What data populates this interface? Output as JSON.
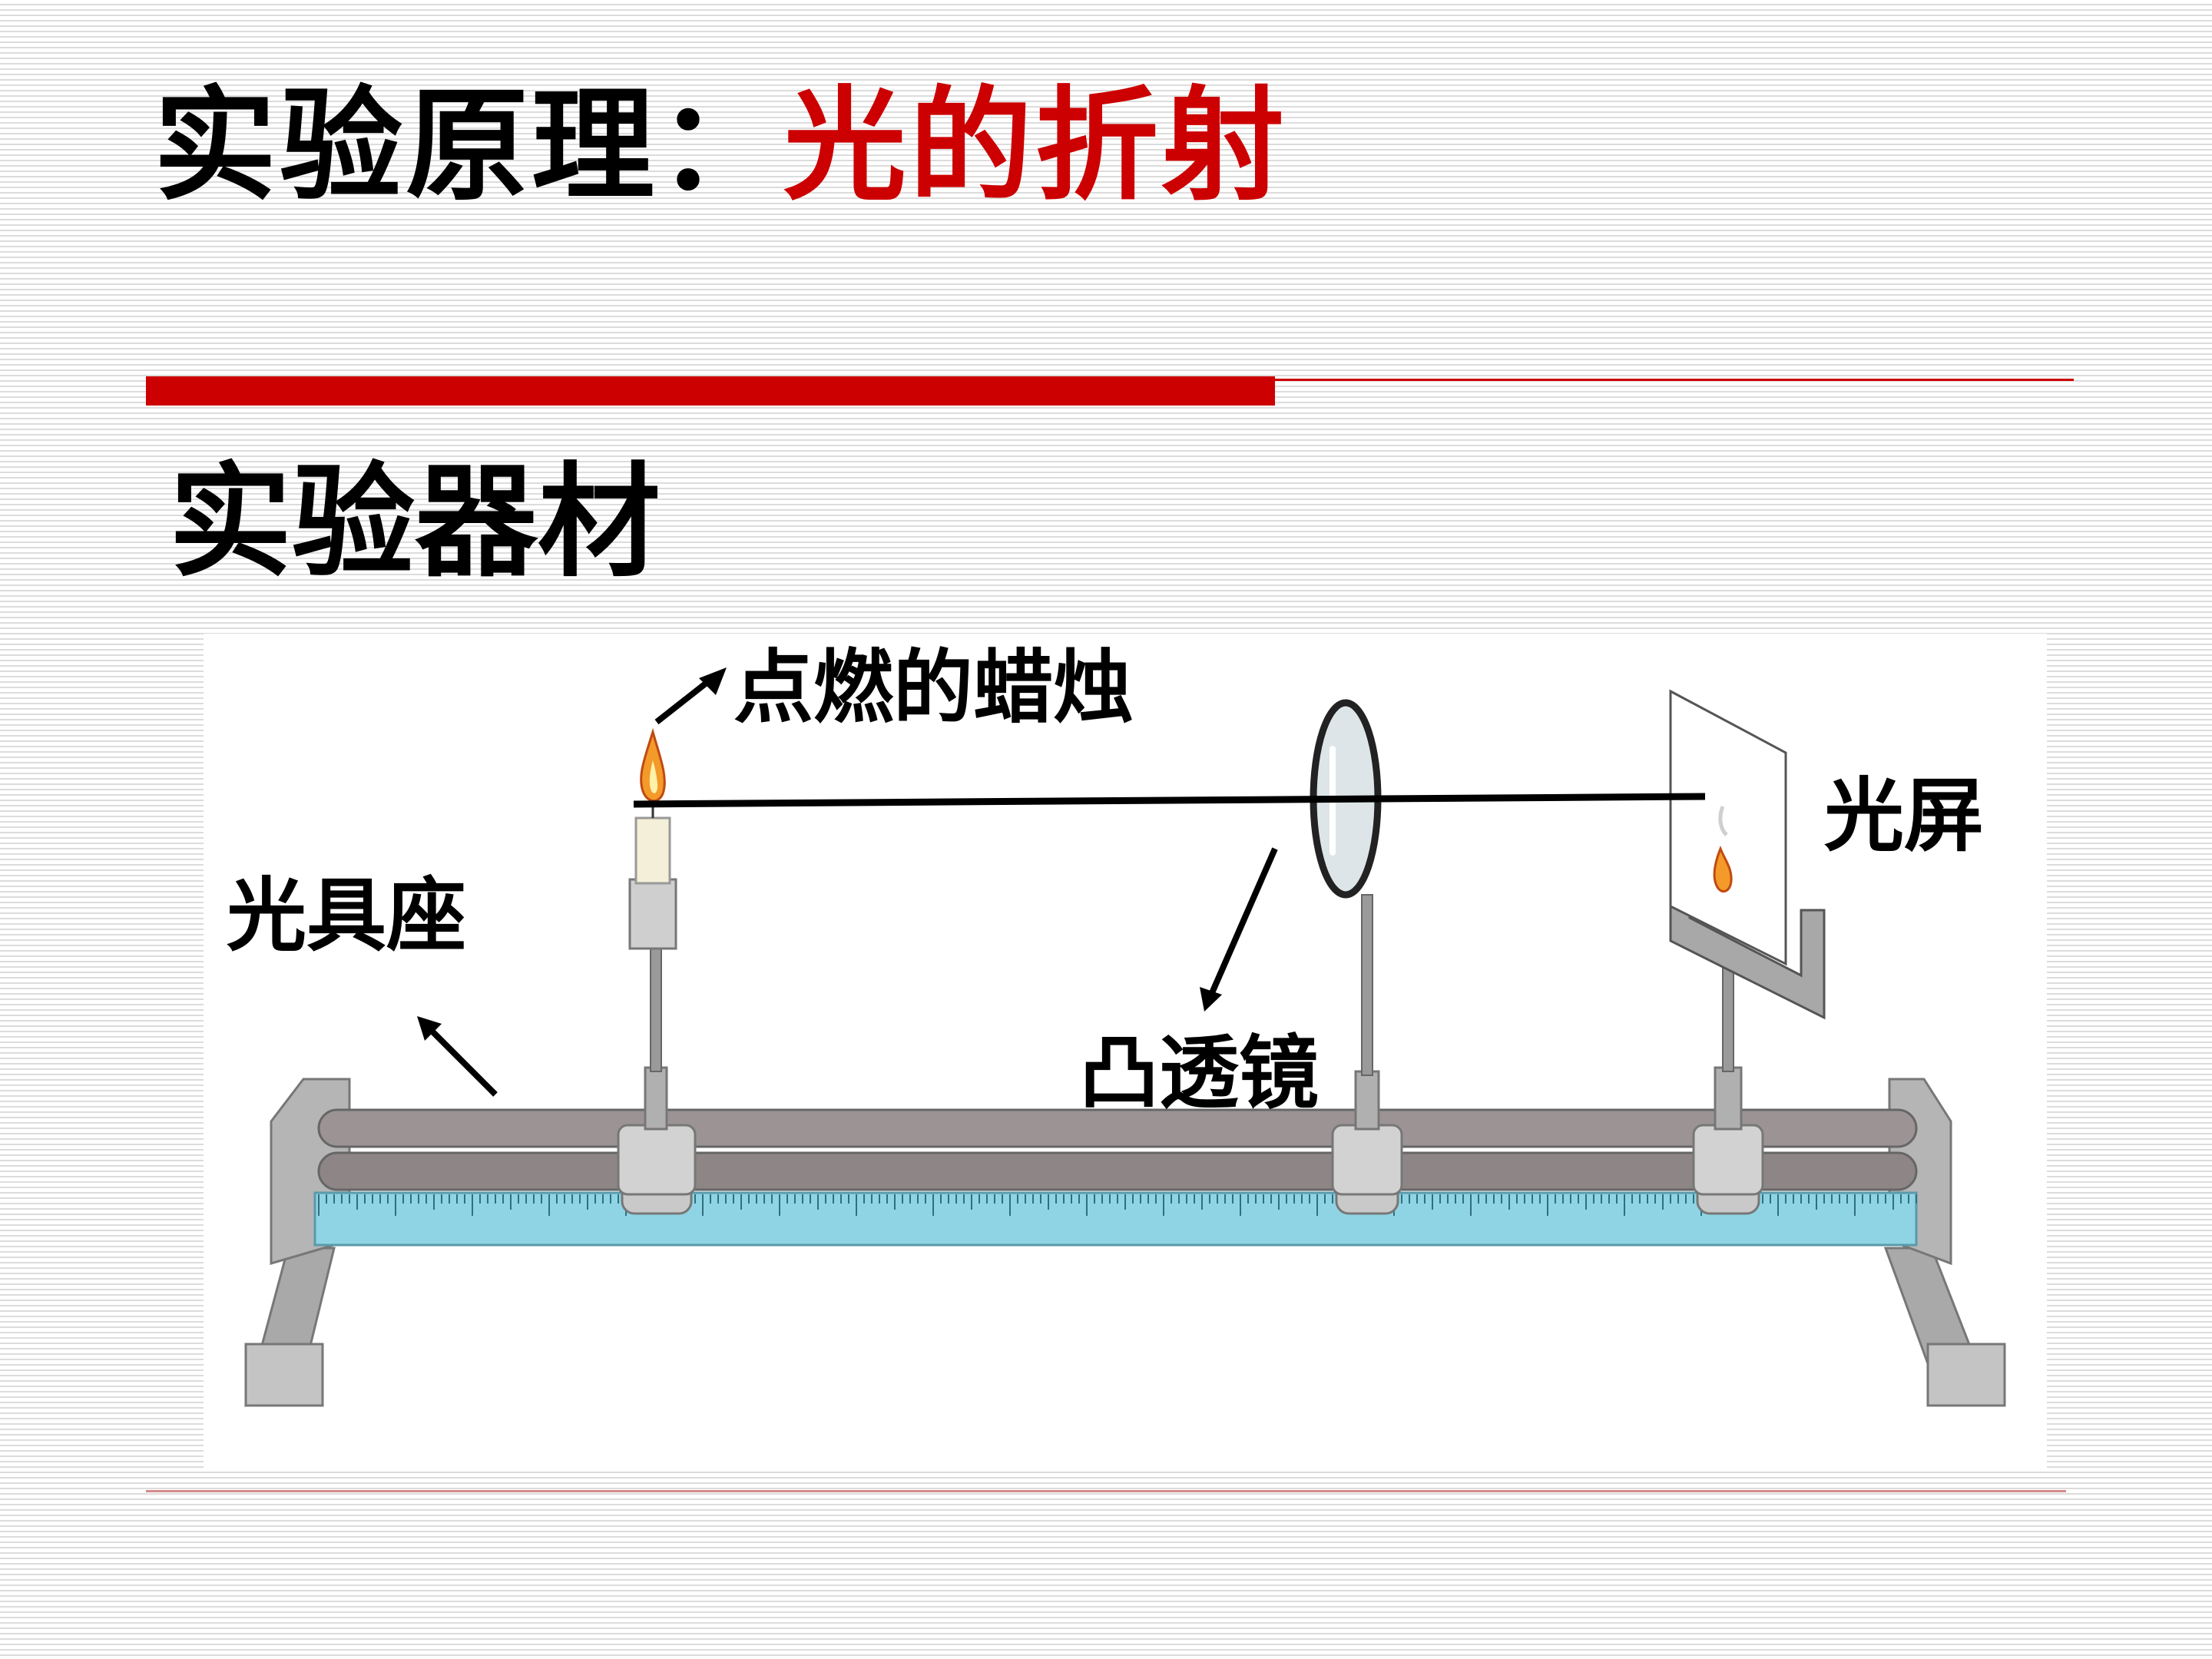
{
  "title": {
    "lead": "实验原理：",
    "highlight": "光的折射"
  },
  "subtitle": "实验器材",
  "labels": {
    "candle": "点燃的蜡烛",
    "screen": "光屏",
    "bench": "光具座",
    "lens": "凸透镜"
  },
  "colors": {
    "accent": "#cc0000",
    "text": "#000000",
    "scale": "#8fd4e4",
    "rail": "#9c9494",
    "metal": "#b8b8b8"
  }
}
